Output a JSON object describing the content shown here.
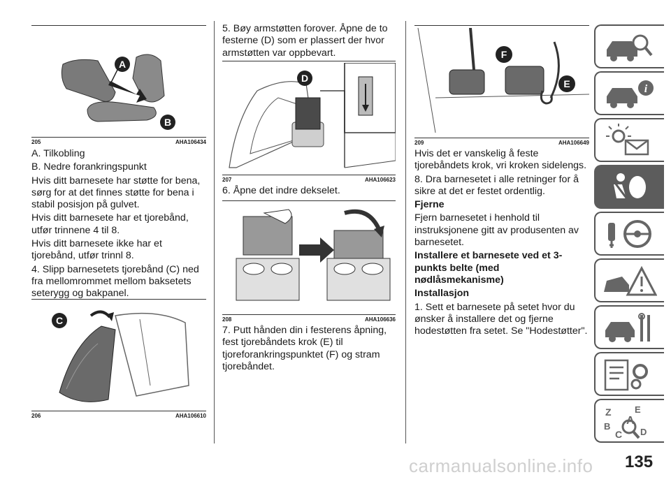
{
  "col1": {
    "fig1": {
      "number": "205",
      "code": "AHA106434",
      "labels": {
        "a": "A",
        "b": "B"
      }
    },
    "items": [
      "A. Tilkobling",
      "B. Nedre forankringspunkt",
      "Hvis ditt barnesete har støtte for bena, sørg for at det finnes støtte for bena i stabil posisjon på gulvet.",
      "Hvis ditt barnesete har et tjorebånd, utfør trinnene 4 til 8.",
      "Hvis ditt barnesete ikke har et tjorebånd, utfør trinnl 8.",
      "4. Slipp barnesetets tjorebånd (C) ned fra mellomrommet mellom baksetets seterygg og bakpanel."
    ],
    "fig2": {
      "number": "206",
      "code": "AHA106610",
      "labels": {
        "c": "C"
      }
    }
  },
  "col2": {
    "intro": "5. Bøy armstøtten forover. Åpne de to festerne (D) som er plassert der hvor armstøtten var oppbevart.",
    "fig3": {
      "number": "207",
      "code": "AHA106623",
      "labels": {
        "d": "D"
      }
    },
    "step6": "6. Åpne det indre dekselet.",
    "fig4": {
      "number": "208",
      "code": "AHA106636"
    },
    "step7": "7. Putt hånden din i festerens åpning, fest tjorebåndets krok (E) til tjoreforankringspunktet (F) og stram tjorebåndet."
  },
  "col3": {
    "fig5": {
      "number": "209",
      "code": "AHA106649",
      "labels": {
        "e": "E",
        "f": "F"
      }
    },
    "para1": "Hvis det er vanskelig å feste tjorebåndets krok, vri kroken sidelengs.",
    "para2": "8. Dra barnesetet i alle retninger for å sikre at det er festet ordentlig.",
    "heading1": "Fjerne",
    "para3": "Fjern barnesetet i henhold til instruksjonene gitt av produsenten av barnesetet.",
    "heading2": "Installere et barnesete ved et 3-punkts belte (med nødlåsmekanisme)",
    "heading3": "Installasjon",
    "para4": "1. Sett et barnesete på setet hvor du ønsker å installere det og fjerne hodestøtten fra setet. Se \"Hodestøtter\"."
  },
  "sidebar": {
    "tabs": [
      {
        "icon": "car-search-icon"
      },
      {
        "icon": "car-info-icon"
      },
      {
        "icon": "warning-lights-icon"
      },
      {
        "icon": "seat-airbag-icon",
        "active": true
      },
      {
        "icon": "key-steering-icon"
      },
      {
        "icon": "car-crash-warning-icon"
      },
      {
        "icon": "car-tools-icon"
      },
      {
        "icon": "specs-gear-icon"
      },
      {
        "icon": "index-az-icon"
      }
    ],
    "index_letters": [
      "Z",
      "E",
      "A",
      "B",
      "C",
      "D"
    ]
  },
  "page_number": "135",
  "footer": "carmanualsonline.info",
  "colors": {
    "active_tab": "#5c5c5c",
    "tab_border": "#555555",
    "figure_gray": "#7a7a7a"
  }
}
